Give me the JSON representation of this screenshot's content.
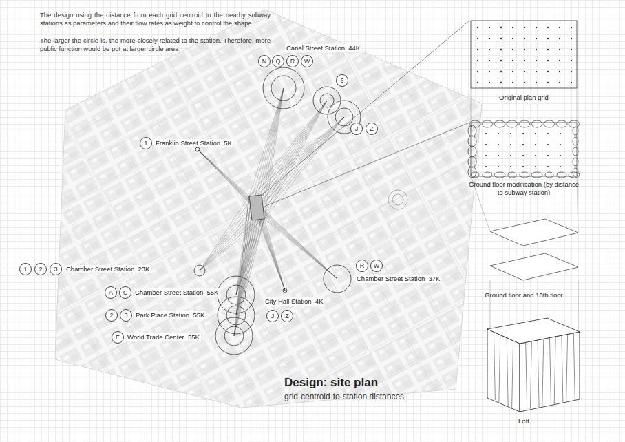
{
  "diagram": {
    "title": "Design: site plan",
    "caption": "grid-centroid-to-station distances",
    "nodes": [
      {
        "text": [
          "N"
        ]
      },
      {
        "text": [
          "Q"
        ]
      },
      {
        "text": [
          "R"
        ]
      },
      {
        "text": [
          "W"
        ]
      },
      {
        "text": [
          "6"
        ]
      },
      {
        "text": [
          "J"
        ]
      },
      {
        "text": [
          "Z"
        ]
      },
      {
        "text": [
          "1"
        ]
      },
      {
        "text": [
          "1"
        ]
      },
      {
        "text": [
          "2"
        ]
      },
      {
        "text": [
          "3"
        ]
      },
      {
        "text": [
          "R"
        ]
      },
      {
        "text": [
          "W"
        ]
      },
      {
        "text": [
          "A"
        ]
      },
      {
        "text": [
          "C"
        ]
      },
      {
        "text": [
          "J"
        ]
      },
      {
        "text": [
          "Z"
        ]
      },
      {
        "text": [
          "2"
        ]
      },
      {
        "text": [
          "3"
        ]
      },
      {
        "text": [
          "E"
        ]
      }
    ],
    "labels": [
      "The design using the distance from each grid centroid to the nearby subway stations  as parameters and their flow rates as weight to control the shape.",
      "The larger the circle is, the more closely related to the station. Therefore, more public function would be put at larger circle area",
      "Canal Street Station  44K",
      "Franklin Street Station  5K",
      "Chamber Street Station  23K",
      "Chamber Street Station  37K",
      "Chamber Street Station  55K",
      "City Hall Station  4K",
      "Park Place Station  55K",
      "World Trade Center  55K",
      "Original plan grid",
      "Ground floor modification (by distance to subway station)",
      "Ground floor and 10th floor",
      "Loft"
    ]
  }
}
